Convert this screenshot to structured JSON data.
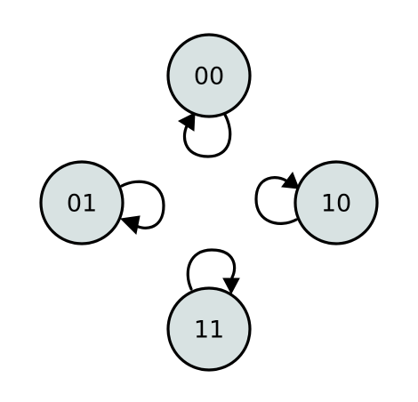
{
  "diagram": {
    "type": "state-transition-diagram",
    "colors": {
      "node_fill": "#d8e2e2",
      "stroke": "#000000",
      "text": "#000000",
      "background": "#ffffff"
    },
    "states": [
      {
        "id": "s00",
        "label": "00"
      },
      {
        "id": "s01",
        "label": "01"
      },
      {
        "id": "s10",
        "label": "10"
      },
      {
        "id": "s11",
        "label": "11"
      }
    ],
    "transitions": [
      {
        "from": "00",
        "to": "00",
        "kind": "self-loop"
      },
      {
        "from": "01",
        "to": "01",
        "kind": "self-loop"
      },
      {
        "from": "10",
        "to": "10",
        "kind": "self-loop"
      },
      {
        "from": "11",
        "to": "11",
        "kind": "self-loop"
      }
    ]
  }
}
